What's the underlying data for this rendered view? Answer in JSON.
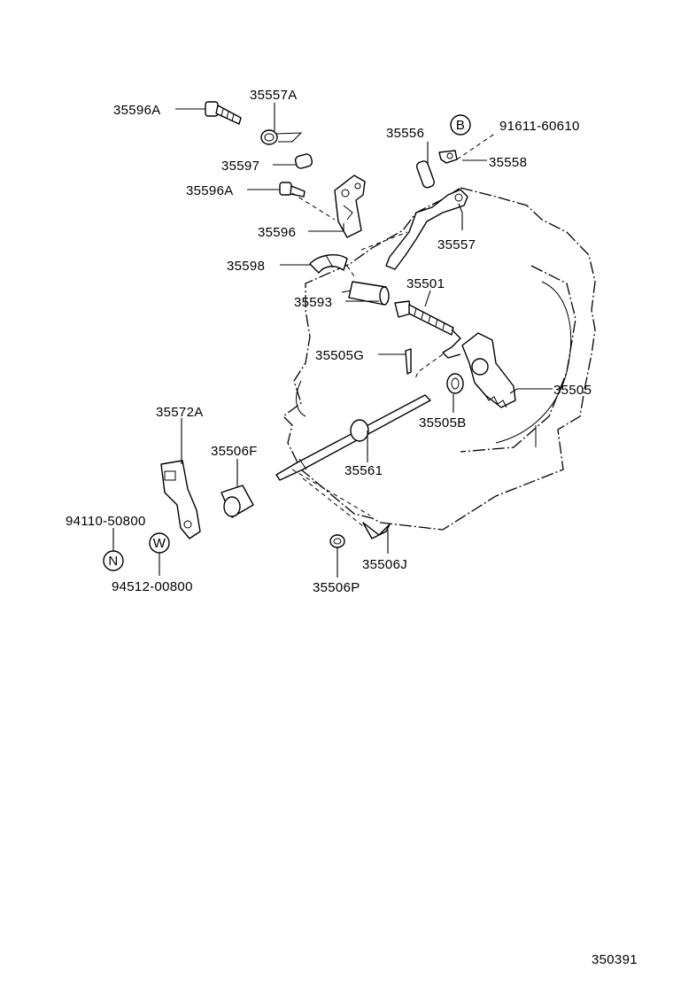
{
  "diagram_id": "350391",
  "labels": {
    "p35596A_top": "35596A",
    "p35557A": "35557A",
    "p35597": "35597",
    "p35596A_mid": "35596A",
    "p35596": "35596",
    "p35598": "35598",
    "p35593": "35593",
    "p35556": "35556",
    "p91611": "91611-60610",
    "p35558": "35558",
    "p35557": "35557",
    "p35501": "35501",
    "p35505G": "35505G",
    "p35505": "35505",
    "p35505B": "35505B",
    "p35572A": "35572A",
    "p35506F": "35506F",
    "p35561": "35561",
    "p94110": "94110-50800",
    "p94512": "94512-00800",
    "p35506J": "35506J",
    "p35506P": "35506P"
  },
  "symbols": {
    "B": "B",
    "N": "N",
    "W": "W"
  }
}
